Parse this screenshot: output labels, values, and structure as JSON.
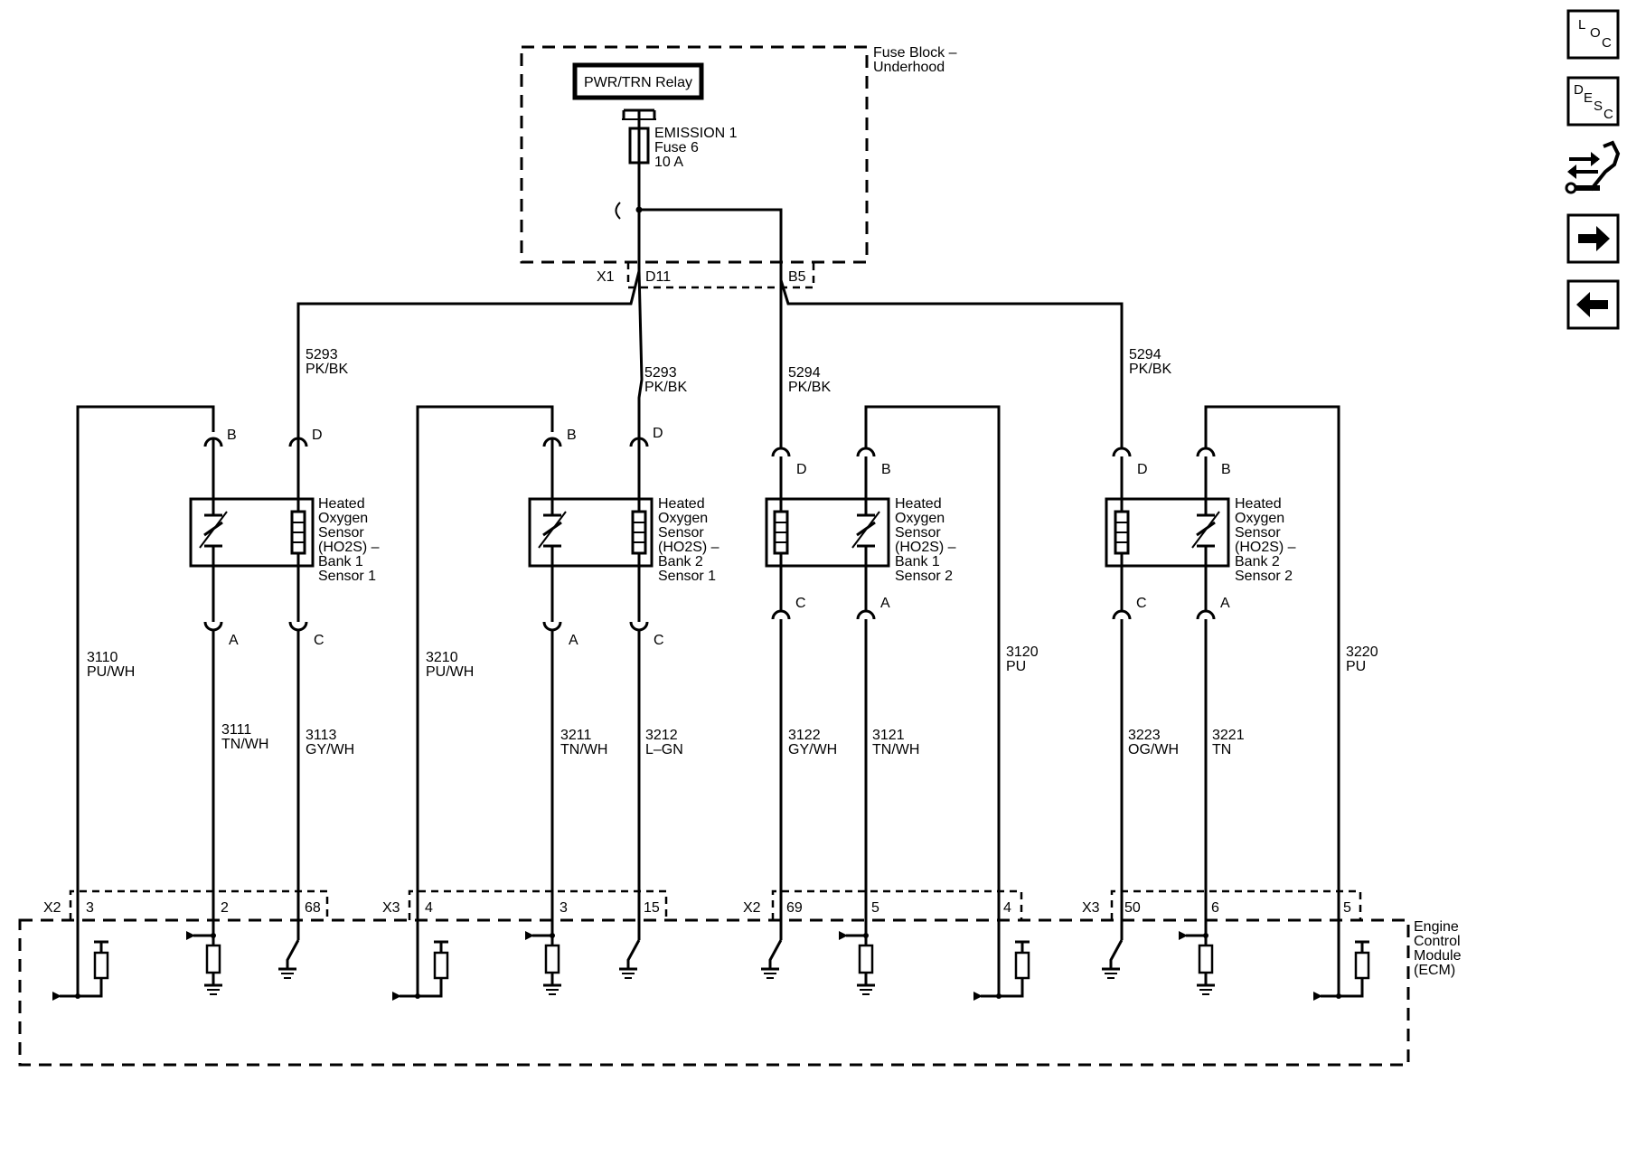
{
  "fuse_block": {
    "title_line1": "Fuse Block –",
    "title_line2": "Underhood",
    "relay": "PWR/TRN Relay",
    "fuse_line1": "EMISSION 1",
    "fuse_line2": "Fuse 6",
    "fuse_line3": "10 A",
    "conn_x1": "X1",
    "pin_d11": "D11",
    "pin_b5": "B5"
  },
  "feed_wires": [
    {
      "num": "5293",
      "color": "PK/BK"
    },
    {
      "num": "5293",
      "color": "PK/BK"
    },
    {
      "num": "5294",
      "color": "PK/BK"
    },
    {
      "num": "5294",
      "color": "PK/BK"
    }
  ],
  "sensors": [
    {
      "l1": "Heated",
      "l2": "Oxygen",
      "l3": "Sensor",
      "l4": "(HO2S)  –",
      "l5": "Bank 1",
      "l6": "Sensor 1",
      "pins": {
        "b": "B",
        "d": "D",
        "a": "A",
        "c": "C"
      }
    },
    {
      "l1": "Heated",
      "l2": "Oxygen",
      "l3": "Sensor",
      "l4": "(HO2S)  –",
      "l5": "Bank 2",
      "l6": "Sensor 1",
      "pins": {
        "b": "B",
        "d": "D",
        "a": "A",
        "c": "C"
      }
    },
    {
      "l1": "Heated",
      "l2": "Oxygen",
      "l3": "Sensor",
      "l4": "(HO2S)  –",
      "l5": "Bank 1",
      "l6": "Sensor 2",
      "pins": {
        "b": "B",
        "d": "D",
        "a": "A",
        "c": "C"
      }
    },
    {
      "l1": "Heated",
      "l2": "Oxygen",
      "l3": "Sensor",
      "l4": "(HO2S)  –",
      "l5": "Bank 2",
      "l6": "Sensor 2",
      "pins": {
        "b": "B",
        "d": "D",
        "a": "A",
        "c": "C"
      }
    }
  ],
  "signal_wires": [
    {
      "num": "3110",
      "color": "PU/WH"
    },
    {
      "num": "3111",
      "color": "TN/WH"
    },
    {
      "num": "3113",
      "color": "GY/WH"
    },
    {
      "num": "3210",
      "color": "PU/WH"
    },
    {
      "num": "3211",
      "color": "TN/WH"
    },
    {
      "num": "3212",
      "color": "L–GN"
    },
    {
      "num": "3122",
      "color": "GY/WH"
    },
    {
      "num": "3121",
      "color": "TN/WH"
    },
    {
      "num": "3120",
      "color": "PU"
    },
    {
      "num": "3223",
      "color": "OG/WH"
    },
    {
      "num": "3221",
      "color": "TN"
    },
    {
      "num": "3220",
      "color": "PU"
    }
  ],
  "ecm": {
    "l1": "Engine",
    "l2": "Control",
    "l3": "Module",
    "l4": "(ECM)",
    "connectors": [
      "X2",
      "X3",
      "X2",
      "X3"
    ],
    "pins": [
      "3",
      "2",
      "68",
      "4",
      "3",
      "15",
      "69",
      "5",
      "4",
      "50",
      "6",
      "5"
    ]
  },
  "nav": {
    "loc_l": "L",
    "loc_o": "O",
    "loc_c": "C",
    "desc_d": "D",
    "desc_e": "E",
    "desc_s": "S",
    "desc_c": "C"
  }
}
